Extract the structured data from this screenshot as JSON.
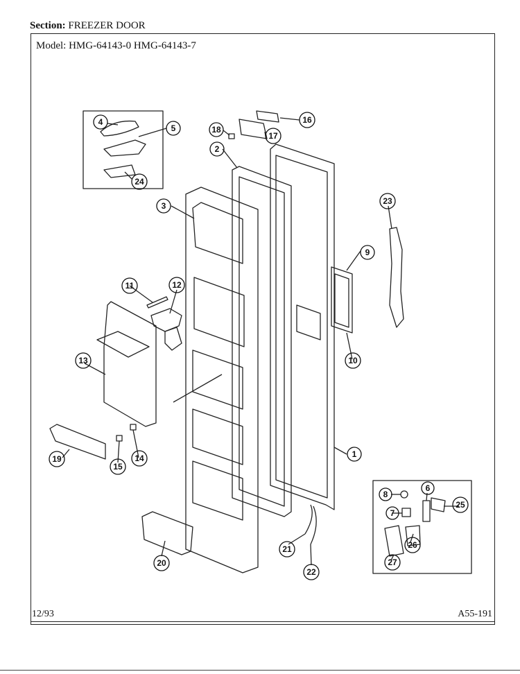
{
  "header": {
    "section_label": "Section:",
    "section_value": "FREEZER DOOR",
    "model_label": "Model:",
    "models": "HMG-64143-0  HMG-64143-7"
  },
  "footer": {
    "date": "12/93",
    "code": "A55-191"
  },
  "callouts": [
    {
      "id": "c1",
      "label": "1"
    },
    {
      "id": "c2",
      "label": "2"
    },
    {
      "id": "c3",
      "label": "3"
    },
    {
      "id": "c4",
      "label": "4"
    },
    {
      "id": "c5",
      "label": "5"
    },
    {
      "id": "c6",
      "label": "6"
    },
    {
      "id": "c7",
      "label": "7"
    },
    {
      "id": "c8",
      "label": "8"
    },
    {
      "id": "c9",
      "label": "9"
    },
    {
      "id": "c10",
      "label": "10"
    },
    {
      "id": "c11",
      "label": "11"
    },
    {
      "id": "c12",
      "label": "12"
    },
    {
      "id": "c13",
      "label": "13"
    },
    {
      "id": "c14",
      "label": "14"
    },
    {
      "id": "c15",
      "label": "15"
    },
    {
      "id": "c16",
      "label": "16"
    },
    {
      "id": "c17",
      "label": "17"
    },
    {
      "id": "c18",
      "label": "18"
    },
    {
      "id": "c19",
      "label": "19"
    },
    {
      "id": "c20",
      "label": "20"
    },
    {
      "id": "c21",
      "label": "21"
    },
    {
      "id": "c22",
      "label": "22"
    },
    {
      "id": "c23",
      "label": "23"
    },
    {
      "id": "c24",
      "label": "24"
    },
    {
      "id": "c25",
      "label": "25"
    },
    {
      "id": "c26",
      "label": "26"
    },
    {
      "id": "c27",
      "label": "27"
    }
  ]
}
